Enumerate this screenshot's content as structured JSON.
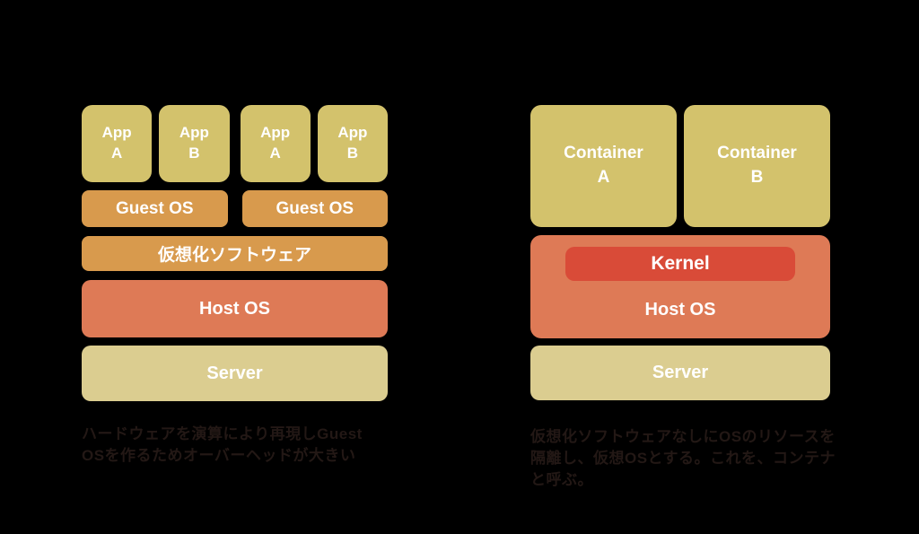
{
  "colors": {
    "bg": "#000000",
    "yellow": "#d3c26c",
    "orange": "#d89a4d",
    "salmon": "#de7a56",
    "red": "#d94b38",
    "tan": "#dbcd90",
    "caption": "#231815"
  },
  "left": {
    "apps": [
      {
        "line1": "App",
        "line2": "A"
      },
      {
        "line1": "App",
        "line2": "B"
      },
      {
        "line1": "App",
        "line2": "A"
      },
      {
        "line1": "App",
        "line2": "B"
      }
    ],
    "guest_os": [
      {
        "label": "Guest OS"
      },
      {
        "label": "Guest OS"
      }
    ],
    "virtualization_label": "仮想化ソフトウェア",
    "host_os_label": "Host OS",
    "server_label": "Server",
    "caption_lines": [
      "ハードウェアを演算により再現しGuest",
      "OSを作るためオーバーヘッドが大きい"
    ]
  },
  "right": {
    "containers": [
      {
        "line1": "Container",
        "line2": "A"
      },
      {
        "line1": "Container",
        "line2": "B"
      }
    ],
    "kernel_label": "Kernel",
    "host_os_label": "Host OS",
    "server_label": "Server",
    "caption_lines": [
      "仮想化ソフトウェアなしにOSのリソースを",
      "隔離し、仮想OSとする。これを、コンテナ",
      "と呼ぶ。"
    ]
  }
}
